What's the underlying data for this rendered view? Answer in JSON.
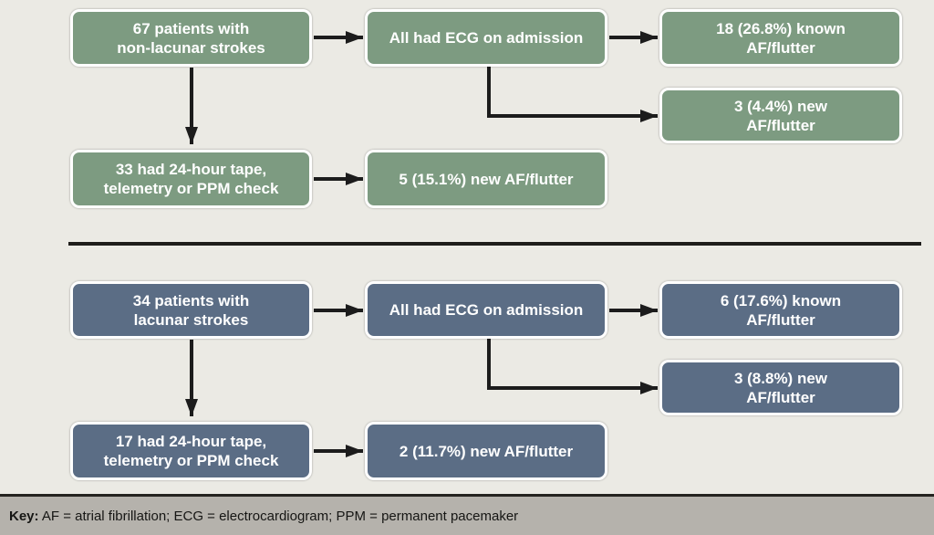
{
  "colors": {
    "background": "#ebeae4",
    "green-box": "#7d9b81",
    "blue-box": "#5b6d85",
    "box-text": "#ffffff",
    "box-border": "#ffffff",
    "arrow": "#1c1c1c",
    "divider": "#1e1d1a",
    "footer-bg": "#b5b2ac",
    "footer-line": "#24231f",
    "footer-text": "#161614"
  },
  "charts": [
    {
      "id": "non-lacunar-strokes",
      "theme_color": "#7d9b81",
      "boxes": [
        {
          "id": "patients",
          "lines": [
            "67 patients with",
            "non-lacunar strokes"
          ]
        },
        {
          "id": "ecg-admission",
          "lines": [
            "All had ECG on admission"
          ]
        },
        {
          "id": "known-af",
          "lines": [
            "18 (26.8%) known",
            "AF/flutter"
          ]
        },
        {
          "id": "new-af-ecg",
          "lines": [
            "3 (4.4%) new",
            "AF/flutter"
          ]
        },
        {
          "id": "tape-telemetry",
          "lines": [
            "33 had 24-hour tape,",
            "telemetry or PPM check"
          ]
        },
        {
          "id": "new-af-tape",
          "lines": [
            "5 (15.1%) new AF/flutter"
          ]
        }
      ]
    },
    {
      "id": "lacunar-strokes",
      "theme_color": "#5b6d85",
      "boxes": [
        {
          "id": "patients",
          "lines": [
            "34 patients with",
            "lacunar strokes"
          ]
        },
        {
          "id": "ecg-admission",
          "lines": [
            "All had ECG on admission"
          ]
        },
        {
          "id": "known-af",
          "lines": [
            "6 (17.6%) known",
            "AF/flutter"
          ]
        },
        {
          "id": "new-af-ecg",
          "lines": [
            "3 (8.8%) new",
            "AF/flutter"
          ]
        },
        {
          "id": "tape-telemetry",
          "lines": [
            "17 had 24-hour tape,",
            "telemetry or PPM check"
          ]
        },
        {
          "id": "new-af-tape",
          "lines": [
            "2 (11.7%) new AF/flutter"
          ]
        }
      ]
    }
  ],
  "footer": {
    "key_label": "Key:",
    "abbreviations": " AF = atrial fibrillation; ECG = electrocardiogram; PPM = permanent pacemaker"
  }
}
